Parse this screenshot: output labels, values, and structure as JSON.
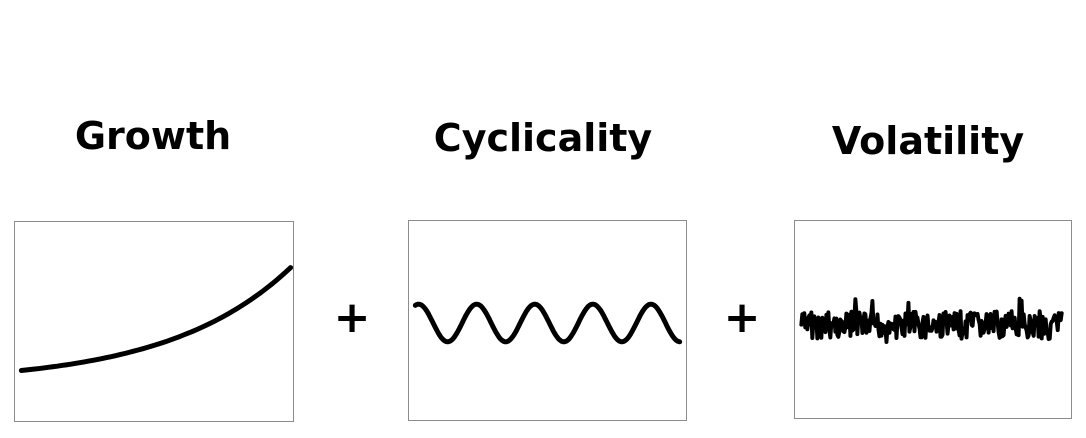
{
  "components": [
    {
      "id": "growth",
      "title": "Growth"
    },
    {
      "id": "cyclicality",
      "title": "Cyclicality"
    },
    {
      "id": "volatility",
      "title": "Volatility"
    }
  ],
  "operators": [
    "+",
    "+"
  ]
}
